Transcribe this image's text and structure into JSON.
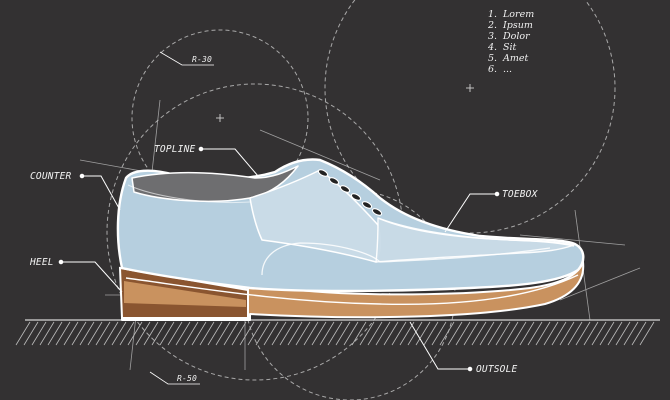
{
  "colors": {
    "background": "#333132",
    "line": "#e6e6e6",
    "upper": "#b6cfdf",
    "upper_light": "#c9dbe7",
    "vamp": "#a9c6d8",
    "lining": "#6e6e70",
    "sole_tan": "#c9925f",
    "heel_dark": "#8a5530",
    "ground_hatch": "#bdbdbd"
  },
  "legend": [
    {
      "num": "1.",
      "text": "Lorem"
    },
    {
      "num": "2.",
      "text": "Ipsum"
    },
    {
      "num": "3.",
      "text": "Dolor"
    },
    {
      "num": "4.",
      "text": "Sit"
    },
    {
      "num": "5.",
      "text": "Amet"
    },
    {
      "num": "6.",
      "text": "..."
    }
  ],
  "labels": {
    "topline": "TOPLINE",
    "counter": "COUNTER",
    "heel": "HEEL",
    "toebox": "TOEBOX",
    "outsole": "OUTSOLE",
    "r30": "R-30",
    "r50": "R-50"
  }
}
